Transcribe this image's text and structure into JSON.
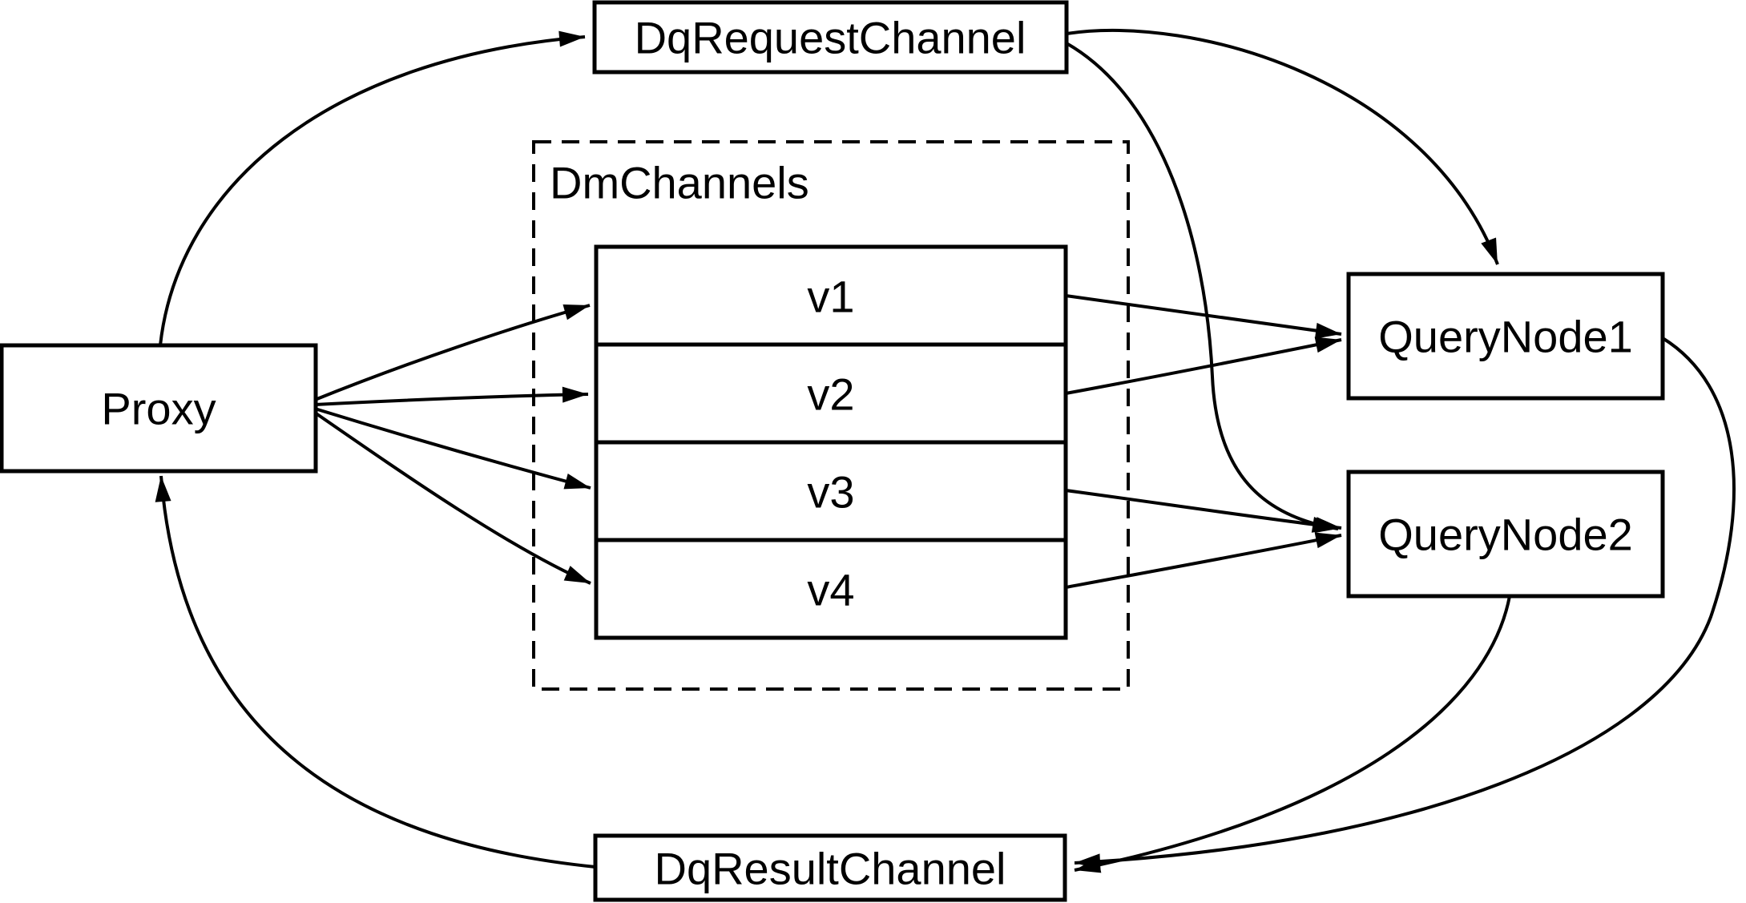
{
  "diagram": {
    "background_color": "#ffffff",
    "stroke_color": "#000000",
    "nodes": {
      "dq_request_channel": {
        "label": "DqRequestChannel"
      },
      "proxy": {
        "label": "Proxy"
      },
      "query_node1": {
        "label": "QueryNode1"
      },
      "query_node2": {
        "label": "QueryNode2"
      },
      "dq_result_channel": {
        "label": "DqResultChannel"
      },
      "dm_channels": {
        "label": "DmChannels",
        "channels": [
          {
            "label": "v1"
          },
          {
            "label": "v2"
          },
          {
            "label": "v3"
          },
          {
            "label": "v4"
          }
        ]
      }
    },
    "edges": [
      {
        "from": "Proxy",
        "to": "DqRequestChannel"
      },
      {
        "from": "DqRequestChannel",
        "to": "QueryNode1"
      },
      {
        "from": "DqRequestChannel",
        "to": "QueryNode2"
      },
      {
        "from": "Proxy",
        "to": "v1"
      },
      {
        "from": "Proxy",
        "to": "v2"
      },
      {
        "from": "Proxy",
        "to": "v3"
      },
      {
        "from": "Proxy",
        "to": "v4"
      },
      {
        "from": "v1",
        "to": "QueryNode1"
      },
      {
        "from": "v2",
        "to": "QueryNode1"
      },
      {
        "from": "v3",
        "to": "QueryNode2"
      },
      {
        "from": "v4",
        "to": "QueryNode2"
      },
      {
        "from": "QueryNode1",
        "to": "DqResultChannel"
      },
      {
        "from": "QueryNode2",
        "to": "DqResultChannel"
      },
      {
        "from": "DqResultChannel",
        "to": "Proxy"
      }
    ]
  }
}
